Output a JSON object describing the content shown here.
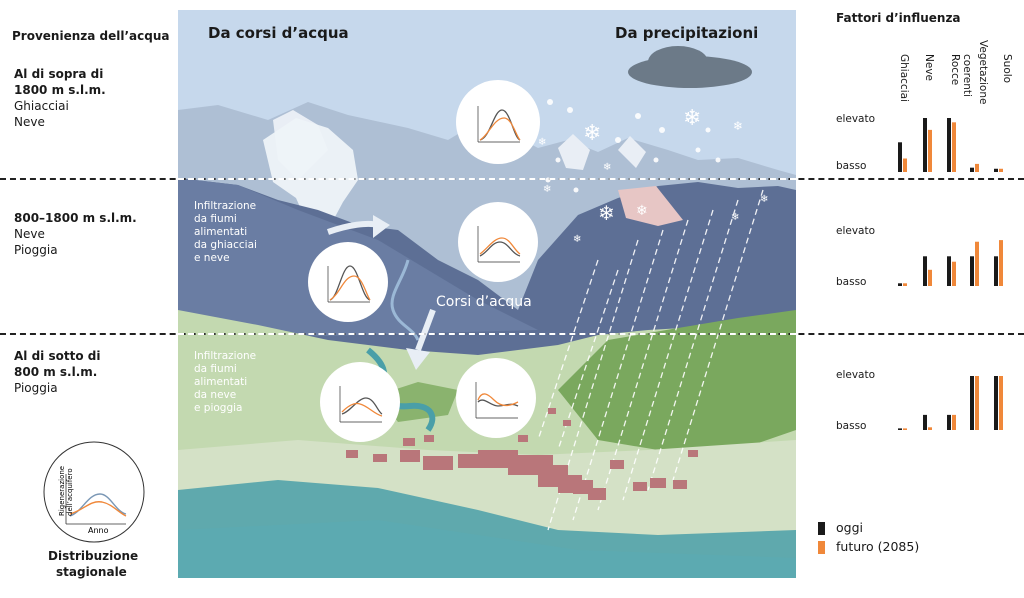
{
  "left_column": {
    "header": "Provenienza dell’acqua",
    "zones": [
      {
        "line1": "Al di sopra di",
        "line2": "1800 m s.l.m.",
        "sources": [
          "Ghiacciai",
          "Neve"
        ]
      },
      {
        "line1": "800–1800 m s.l.m.",
        "sources": [
          "Neve",
          "Pioggia"
        ]
      },
      {
        "line1": "Al di sotto di",
        "line2": "800 m s.l.m.",
        "sources": [
          "Pioggia"
        ]
      }
    ],
    "inset": {
      "ylabel_1": "Rigenerazione",
      "ylabel_2": "dell’acquifero",
      "xlabel": "Anno"
    },
    "inset_caption_1": "Distribuzione",
    "inset_caption_2": "stagionale"
  },
  "diagram": {
    "title_left": "Da corsi d’acqua",
    "title_right": "Da precipitazioni",
    "river_label": "Corsi d’acqua",
    "infiltration_1": [
      "Infiltrazione",
      "da fiumi",
      "alimentati",
      "da ghiacciai",
      "e neve"
    ],
    "infiltration_2": [
      "Infiltrazione",
      "da fiumi",
      "alimentati",
      "da neve",
      "e pioggia"
    ]
  },
  "factors": {
    "header": "Fattori d’influenza",
    "columns": [
      "Ghiacciai",
      "Neve",
      "Rocce",
      "coerenti",
      "Vegetazione",
      "Suolo"
    ],
    "level_high": "elevato",
    "level_low": "basso"
  },
  "legend": {
    "today": "oggi",
    "future": "futuro (2085)"
  },
  "colors": {
    "today": "#1a1a1a",
    "future": "#f0883a",
    "sky": "#c4d6ea",
    "mountains": "#5d6f95",
    "valley_green": "#8ab36e",
    "river": "#4a9fa8",
    "buildings": "#b9767a"
  },
  "chart_data": {
    "type": "bar",
    "title": "Fattori d’influenza",
    "categories": [
      "Ghiacciai",
      "Neve",
      "Rocce coerenti",
      "Vegetazione",
      "Suolo"
    ],
    "scale": "basso … elevato (0–1)",
    "panels": [
      {
        "zone": "Al di sopra di 1800 m s.l.m.",
        "series": [
          {
            "name": "oggi",
            "values": [
              0.55,
              1.0,
              1.0,
              0.08,
              0.06
            ]
          },
          {
            "name": "futuro (2085)",
            "values": [
              0.25,
              0.78,
              0.92,
              0.15,
              0.06
            ]
          }
        ]
      },
      {
        "zone": "800–1800 m s.l.m.",
        "series": [
          {
            "name": "oggi",
            "values": [
              0.05,
              0.55,
              0.55,
              0.55,
              0.55
            ]
          },
          {
            "name": "futuro (2085)",
            "values": [
              0.05,
              0.3,
              0.45,
              0.82,
              0.85
            ]
          }
        ]
      },
      {
        "zone": "Al di sotto di 800 m s.l.m.",
        "series": [
          {
            "name": "oggi",
            "values": [
              0.03,
              0.28,
              0.28,
              1.0,
              1.0
            ]
          },
          {
            "name": "futuro (2085)",
            "values": [
              0.03,
              0.05,
              0.28,
              1.0,
              1.0
            ]
          }
        ]
      }
    ]
  }
}
